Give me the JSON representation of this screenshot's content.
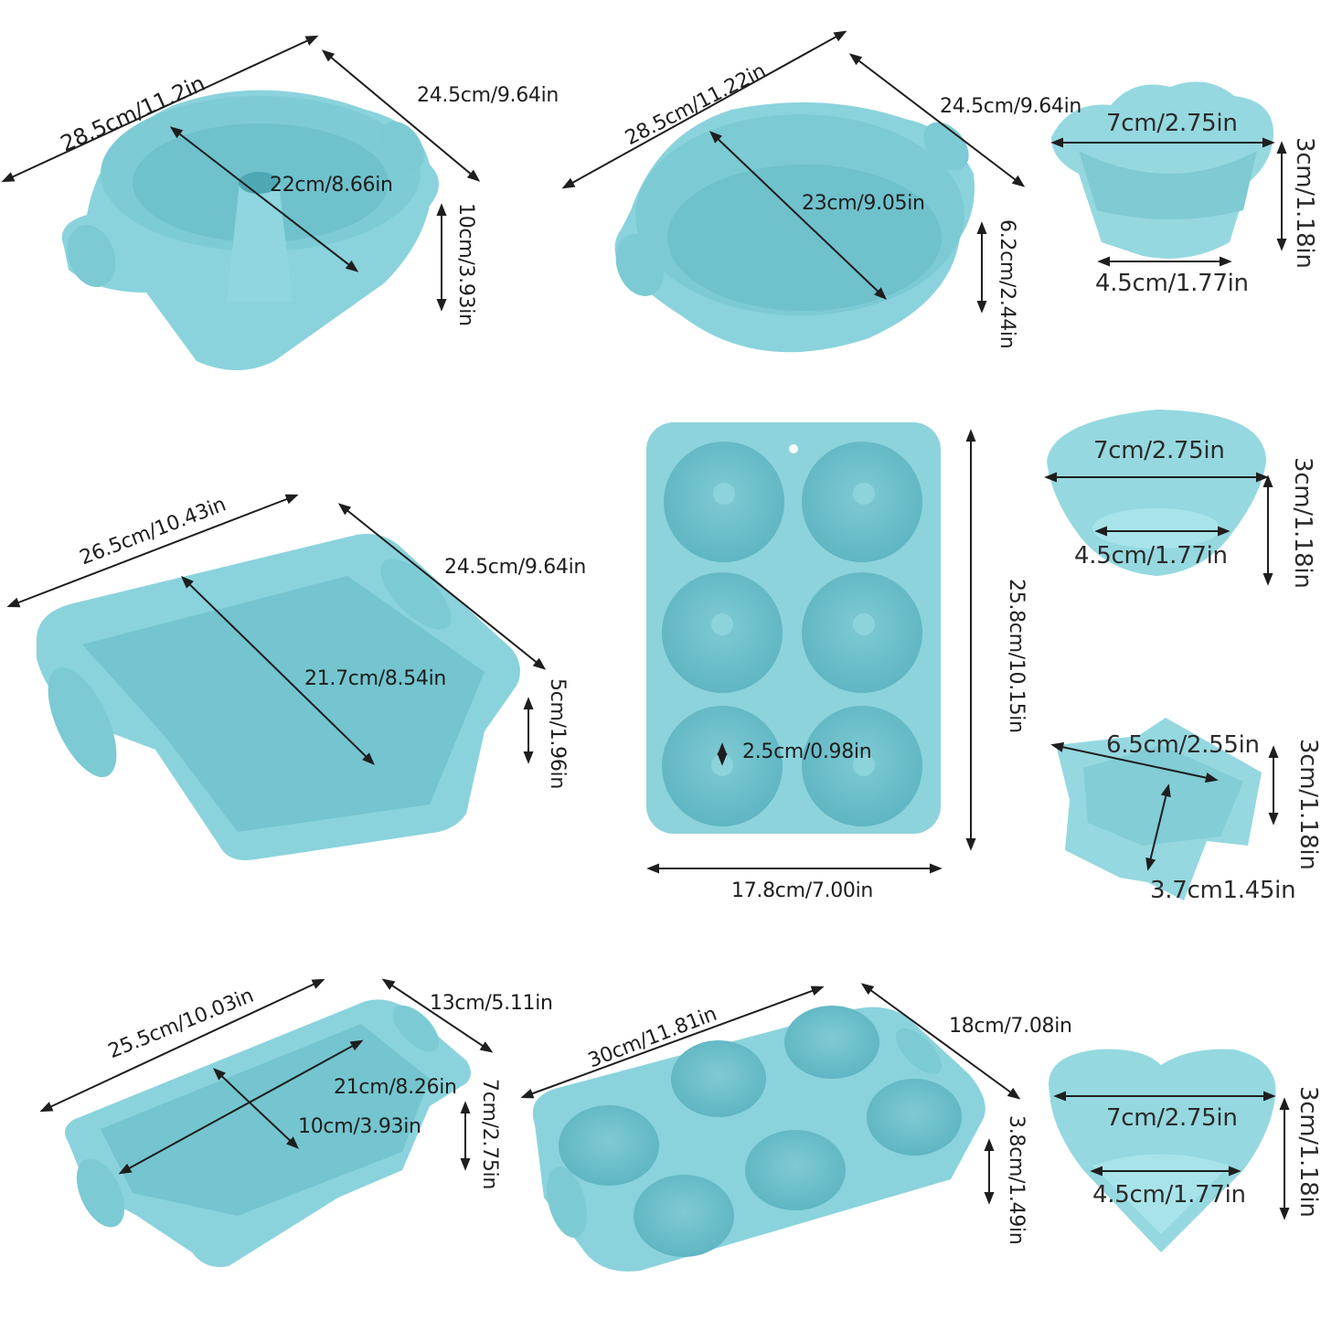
{
  "colors": {
    "silicone": "#8ad3dc",
    "silicone_dark": "#6fc1cc",
    "silicone_light": "#a6e2ea",
    "arrow": "#1e1e1e",
    "background": "#ffffff"
  },
  "products": {
    "bundt_pan": {
      "length": "28.5cm/11.2in",
      "width": "24.5cm/9.64in",
      "inner_diameter": "22cm/8.66in",
      "height": "10cm/3.93in"
    },
    "round_pan": {
      "length": "28.5cm/11.22in",
      "width": "24.5cm/9.64in",
      "inner_diameter": "23cm/9.05in",
      "height": "6.2cm/2.44in"
    },
    "flower_cup": {
      "top_width": "7cm/2.75in",
      "bottom_width": "4.5cm/1.77in",
      "height": "3cm/1.18in"
    },
    "square_pan": {
      "length": "26.5cm/10.43in",
      "width": "24.5cm/9.64in",
      "inner_diagonal": "21.7cm/8.54in",
      "height": "5cm/1.96in"
    },
    "donut_pan": {
      "height": "25.8cm/10.15in",
      "width": "17.8cm/7.00in",
      "hole_diameter": "2.5cm/0.98in",
      "cavities": 6
    },
    "round_cup": {
      "top_width": "7cm/2.75in",
      "bottom_width": "4.5cm/1.77in",
      "height": "3cm/1.18in"
    },
    "star_cup": {
      "top_width": "6.5cm/2.55in",
      "inner_width": "3.7cm1.45in",
      "height": "3cm/1.18in"
    },
    "loaf_pan": {
      "length": "25.5cm/10.03in",
      "width": "13cm/5.11in",
      "inner_length": "21cm/8.26in",
      "inner_width": "10cm/3.93in",
      "height": "7cm/2.75in"
    },
    "muffin_pan": {
      "length": "30cm/11.81in",
      "width": "18cm/7.08in",
      "height": "3.8cm/1.49in",
      "cavities": 6
    },
    "heart_cup": {
      "top_width": "7cm/2.75in",
      "bottom_width": "4.5cm/1.77in",
      "height": "3cm/1.18in"
    }
  }
}
